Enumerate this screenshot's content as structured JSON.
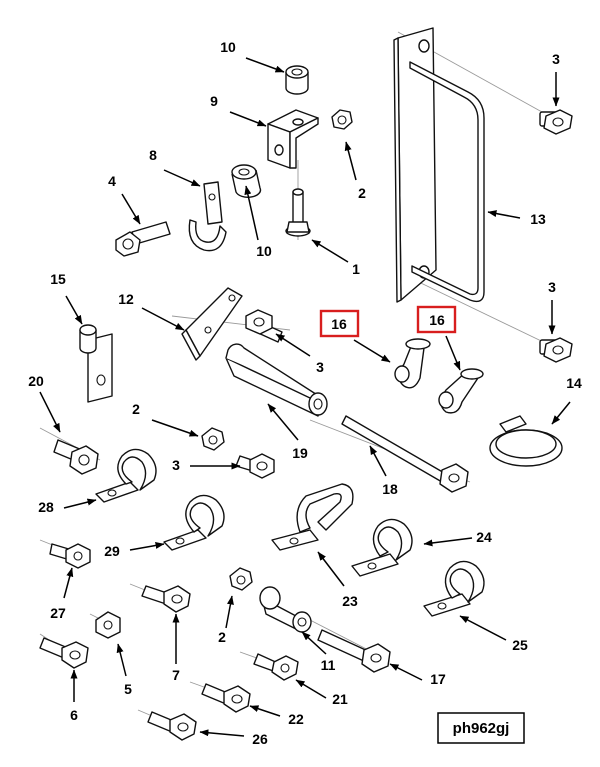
{
  "diagram_code": "ph962gj",
  "colors": {
    "highlight": "#d81e1e",
    "ink": "#000000",
    "paper": "#ffffff"
  },
  "callouts": [
    "10",
    "9",
    "8",
    "4",
    "10",
    "2",
    "1",
    "3",
    "13",
    "3",
    "15",
    "12",
    "3",
    "16",
    "16",
    "14",
    "20",
    "2",
    "19",
    "3",
    "18",
    "28",
    "29",
    "24",
    "27",
    "23",
    "2",
    "11",
    "25",
    "7",
    "5",
    "21",
    "17",
    "22",
    "6",
    "26"
  ],
  "highlighted_callouts": [
    "16"
  ]
}
